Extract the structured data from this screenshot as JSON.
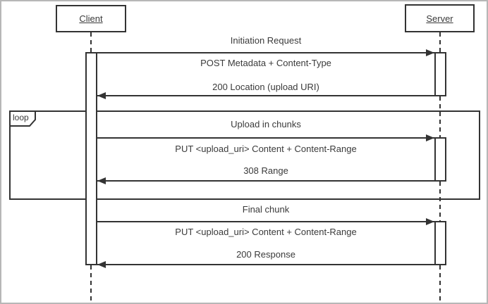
{
  "diagram": {
    "type": "uml-sequence",
    "actors": {
      "client": "Client",
      "server": "Server"
    },
    "fragment": {
      "operator": "loop"
    },
    "messages": {
      "initiation_request": "Initiation Request",
      "post_metadata": "POST Metadata + Content-Type",
      "location_200": "200 Location (upload URI)",
      "upload_in_chunks": "Upload in chunks",
      "put_chunk": "PUT <upload_uri> Content + Content-Range",
      "range_308": "308 Range",
      "final_chunk": "Final chunk",
      "put_final": "PUT <upload_uri> Content + Content-Range",
      "response_200": "200 Response"
    },
    "colors": {
      "stroke": "#333333",
      "text": "#3a3a3a",
      "outer_border": "#b7b7b7",
      "background": "#ffffff"
    }
  }
}
